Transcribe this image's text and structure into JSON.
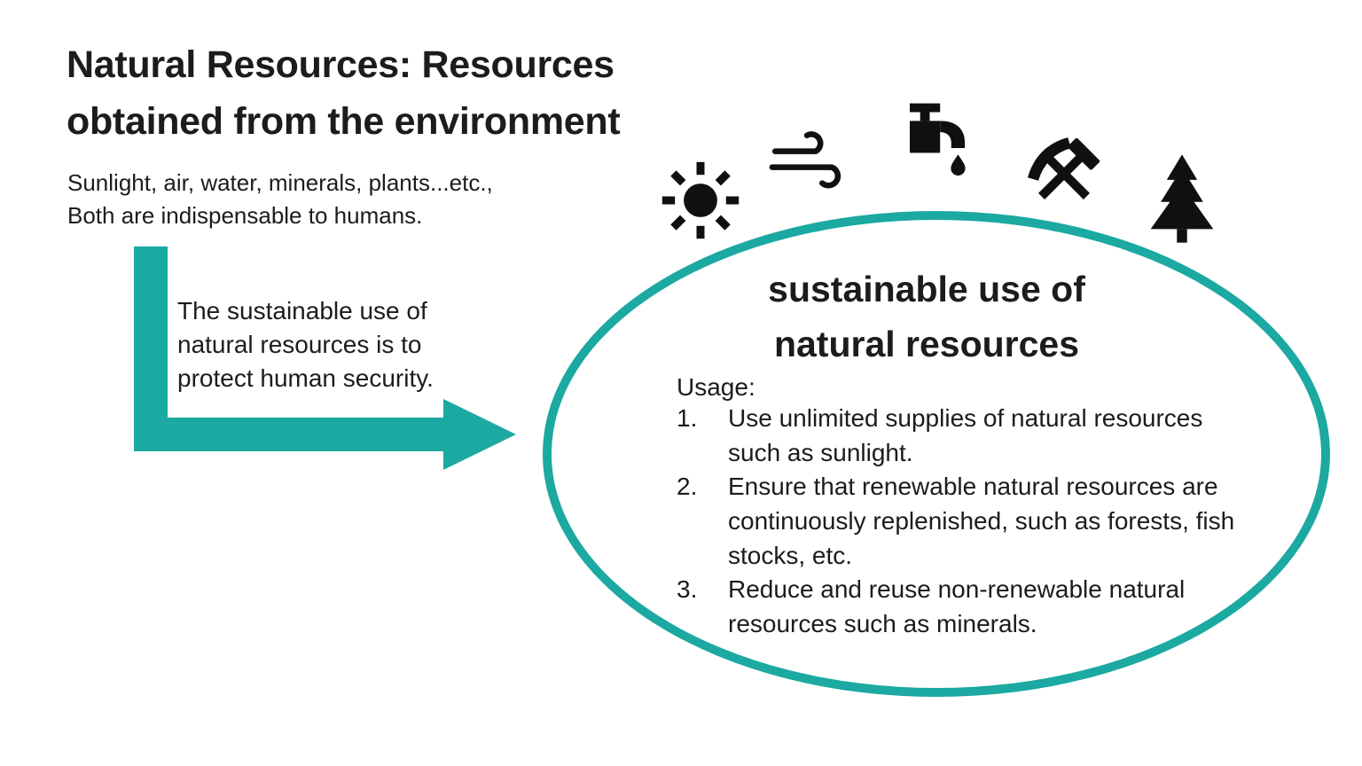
{
  "colors": {
    "accent": "#1BA9A2",
    "text": "#1C1C1C",
    "icon": "#101010"
  },
  "header": {
    "title_line1": "Natural Resources: Resources",
    "title_line2": "obtained from the environment",
    "subtitle_line1": "Sunlight, air, water, minerals, plants...etc.,",
    "subtitle_line2": "Both are indispensable to humans."
  },
  "note": {
    "lines": [
      "The sustainable use of",
      "natural resources is to",
      "protect human security."
    ]
  },
  "icons": [
    {
      "name": "sun-icon"
    },
    {
      "name": "wind-icon"
    },
    {
      "name": "water-faucet-icon"
    },
    {
      "name": "mining-tools-icon"
    },
    {
      "name": "pine-tree-icon"
    }
  ],
  "ellipse": {
    "title_line1": "sustainable use of",
    "title_line2": "natural resources",
    "usage_label": "Usage:",
    "items": [
      {
        "number": "1.",
        "text": "Use unlimited supplies of natural resources such as sunlight."
      },
      {
        "number": "2.",
        "text": "Ensure that renewable natural resources are continuously replenished, such as forests, fish stocks, etc."
      },
      {
        "number": "3.",
        "text": "Reduce and reuse non-renewable natural resources such as minerals."
      }
    ]
  }
}
